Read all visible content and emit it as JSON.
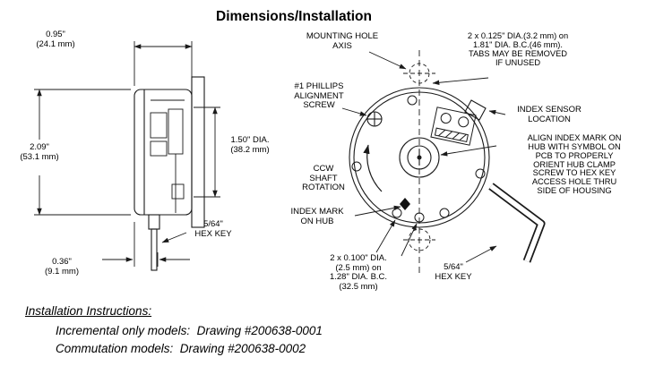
{
  "title": "Dimensions/Installation",
  "side_view": {
    "dim_width": "0.95\"\n(24.1 mm)",
    "dim_height": "2.09\"\n(53.1 mm)",
    "dim_dia": "1.50\" DIA.\n(38.2 mm)",
    "hex_key": "5/64\"\nHEX KEY",
    "dim_shaft": "0.36\"\n(9.1 mm)"
  },
  "front_view": {
    "mounting_hole_axis": "MOUNTING HOLE\nAXIS",
    "mounting_tabs_note": "2 x 0.125\" DIA.(3.2 mm) on\n1.81\" DIA. B.C.(46 mm).\nTABS MAY BE REMOVED\nIF UNUSED",
    "phillips_screw": "#1 PHILLIPS\nALIGNMENT\nSCREW",
    "index_sensor": "INDEX SENSOR\nLOCATION",
    "align_note": "ALIGN INDEX MARK ON\nHUB WITH SYMBOL ON\nPCB TO PROPERLY\nORIENT HUB CLAMP\nSCREW TO HEX KEY\nACCESS HOLE THRU\nSIDE OF HOUSING",
    "ccw_rotation": "CCW\nSHAFT\nROTATION",
    "index_mark": "INDEX MARK\nON HUB",
    "bc_holes_note": "2 x 0.100\" DIA.\n(2.5 mm) on\n1.28\" DIA. B.C.\n(32.5 mm)",
    "hex_key": "5/64\"\nHEX KEY"
  },
  "footer": {
    "heading": "Installation Instructions:",
    "line1": "Incremental only models:  Drawing #200638-0001",
    "line2": "Commutation models:  Drawing #200638-0002"
  }
}
